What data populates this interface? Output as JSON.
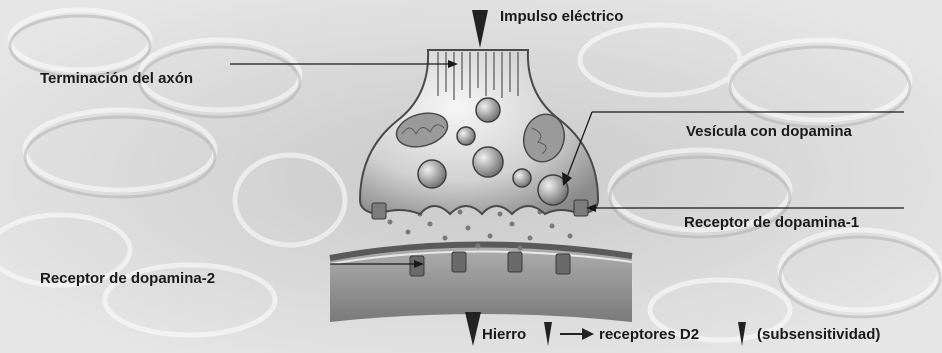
{
  "labels": {
    "impulse": "Impulso eléctrico",
    "axon_terminal": "Terminación del axón",
    "vesicle": "Vesícula con dopamina",
    "receptor_d1": "Receptor de dopamina-1",
    "receptor_d2": "Receptor de dopamina-2"
  },
  "footer": {
    "iron": "Hierro",
    "d2_receptors": "receptores D2",
    "subsensitivity": "(subsensitividad)"
  },
  "colors": {
    "background": "#dcdcdc",
    "cell_shading": "#8c8c8c",
    "arrow": "#222222",
    "text": "#1a1a1a"
  },
  "icons": {
    "down_arrow": "down-arrow-icon",
    "right_arrow": "right-arrow-icon"
  }
}
